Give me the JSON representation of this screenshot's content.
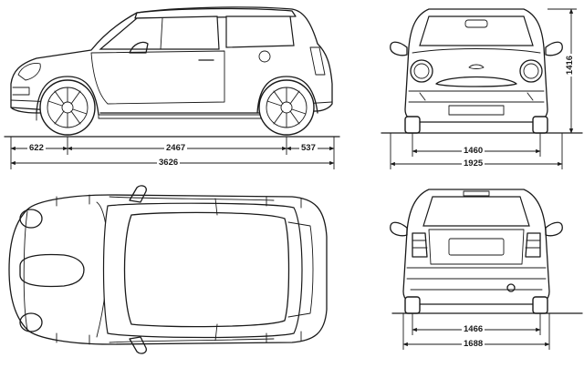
{
  "dimensions": {
    "front_overhang": "622",
    "wheelbase": "2467",
    "rear_overhang": "537",
    "overall_length": "3626",
    "height": "1416",
    "front_track": "1460",
    "overall_width": "1925",
    "rear_track": "1466",
    "body_width": "1688"
  }
}
